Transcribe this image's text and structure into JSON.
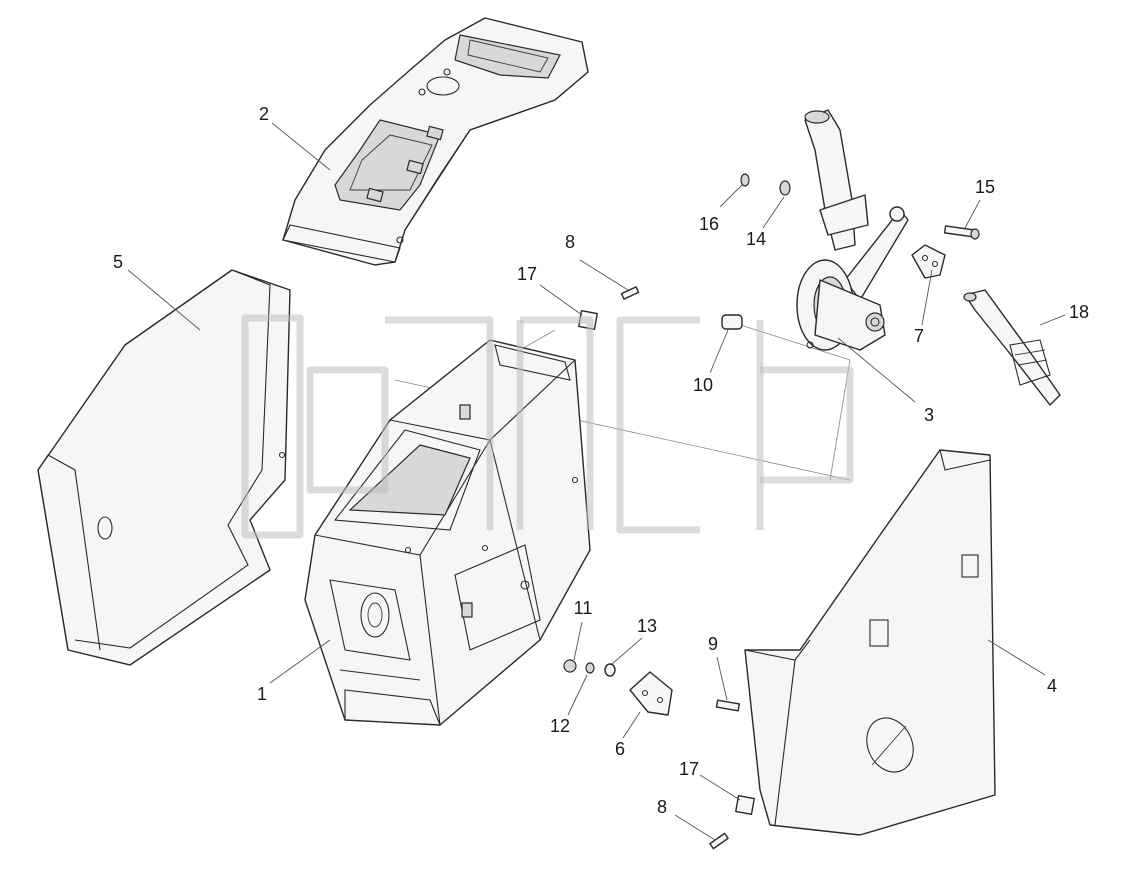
{
  "diagram": {
    "callouts": [
      {
        "id": "c1",
        "label": "1"
      },
      {
        "id": "c2",
        "label": "2"
      },
      {
        "id": "c3",
        "label": "3"
      },
      {
        "id": "c4",
        "label": "4"
      },
      {
        "id": "c5",
        "label": "5"
      },
      {
        "id": "c6",
        "label": "6"
      },
      {
        "id": "c7",
        "label": "7"
      },
      {
        "id": "c8a",
        "label": "8"
      },
      {
        "id": "c8b",
        "label": "8"
      },
      {
        "id": "c9",
        "label": "9"
      },
      {
        "id": "c10",
        "label": "10"
      },
      {
        "id": "c11",
        "label": "11"
      },
      {
        "id": "c12",
        "label": "12"
      },
      {
        "id": "c13",
        "label": "13"
      },
      {
        "id": "c14",
        "label": "14"
      },
      {
        "id": "c15",
        "label": "15"
      },
      {
        "id": "c16",
        "label": "16"
      },
      {
        "id": "c17a",
        "label": "17"
      },
      {
        "id": "c17b",
        "label": "17"
      },
      {
        "id": "c18",
        "label": "18"
      }
    ]
  }
}
